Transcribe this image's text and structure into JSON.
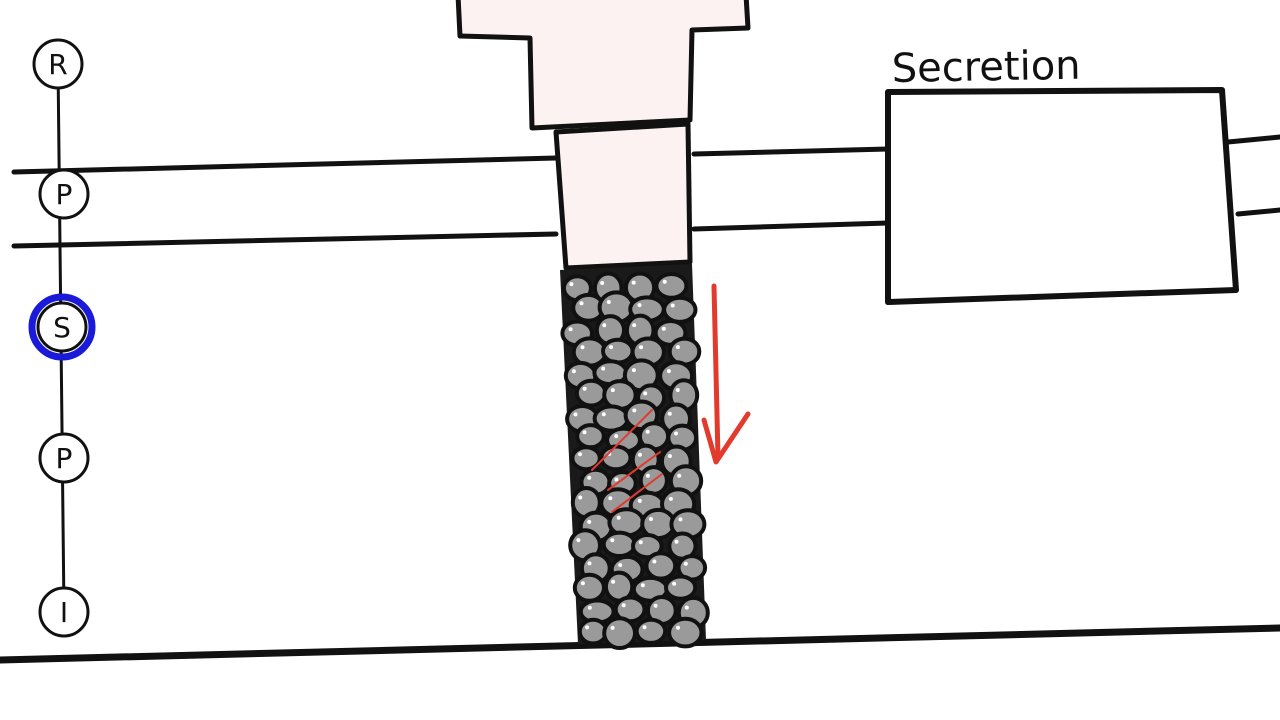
{
  "stepper": {
    "steps": [
      {
        "label": "R",
        "active": false
      },
      {
        "label": "P",
        "active": false
      },
      {
        "label": "S",
        "active": true
      },
      {
        "label": "P",
        "active": false
      },
      {
        "label": "I",
        "active": false
      }
    ],
    "active_color": "#1a1ad8",
    "line_color": "#111111"
  },
  "labels": {
    "secretion": "Secretion"
  },
  "colors": {
    "stroke": "#111111",
    "tube_fill": "#fdf2f2",
    "stone_fill": "#9a9a9a",
    "arrow": "#e23b2e"
  },
  "icons": {
    "down_arrow": "red-down-arrow-icon"
  }
}
